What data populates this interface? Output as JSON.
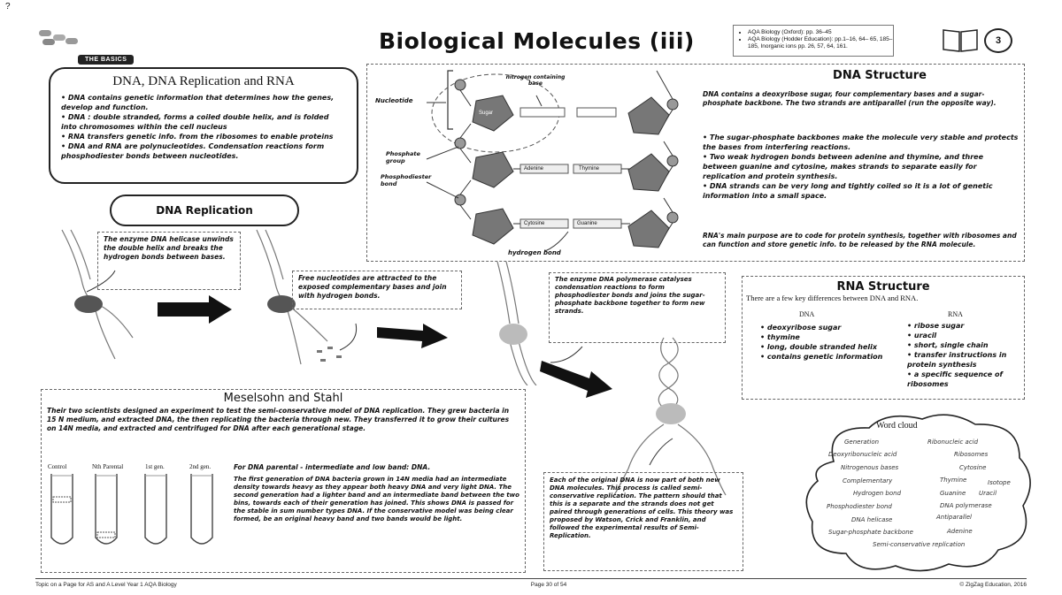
{
  "page": {
    "title": "Biological Molecules (iii)",
    "number": "3",
    "tag": "THE BASICS",
    "corner_mark": "?"
  },
  "references": [
    "AQA Biology (Oxford): pp. 36–45",
    "AQA Biology (Hodder Education): pp.1–16, 64– 65, 185–185, Inorganic ions pp. 26, 57, 64, 161."
  ],
  "intro": {
    "title": "DNA, DNA Replication and RNA",
    "items": [
      "DNA contains genetic information that determines how the genes, develop and function.",
      "DNA : double stranded, forms a coiled double helix, and is folded into chromosomes within the cell nucleus",
      "RNA transfers genetic info. from the ribosomes to enable proteins",
      "DNA and RNA are polynucleotides. Condensation reactions form phosphodiester bonds between nucleotides."
    ]
  },
  "replication": {
    "title": "DNA Replication",
    "note1": "The enzyme DNA helicase unwinds the double helix and breaks the hydrogen bonds between bases.",
    "note2": "Free nucleotides are attracted to the exposed complementary bases and join with hydrogen bonds.",
    "note3": "The enzyme DNA polymerase catalyses condensation reactions to form phosphodiester bonds and joins the sugar-phosphate backbone together to form new strands.",
    "note4": "Each of the original DNA is now part of both new DNA molecules. This process is called semi-conservative replication. The pattern should that this is a separate and the strands does not get paired through generations of cells. This theory was proposed by Watson, Crick and Franklin, and followed the experimental results of Semi-Replication."
  },
  "structure": {
    "title": "DNA Structure",
    "labels": {
      "nucleotide": "Nucleotide",
      "base": "nitrogen containing base",
      "sugar": "Sugar",
      "phosphate": "Phosphate group",
      "bond": "Phosphodiester bond",
      "hydrogen": "hydrogen bond",
      "adenine": "Adenine",
      "thymine": "Thymine",
      "cytosine": "Cytosine",
      "guanine": "Guanine"
    },
    "text1": "DNA contains a deoxyribose sugar, four complementary bases and a sugar-phosphate backbone. The two strands are antiparallel (run the opposite way).",
    "points": [
      "The sugar-phosphate backbones make the molecule very stable and protects the bases from interfering reactions.",
      "Two weak hydrogen bonds between adenine and thymine, and three between guanine and cytosine, makes strands to separate easily for replication and protein synthesis.",
      "DNA strands can be very long and tightly coiled so it is a lot of genetic information into a small space."
    ],
    "text2": "RNA's main purpose are to code for protein synthesis, together with ribosomes and can function and store genetic info. to be released by the RNA molecule."
  },
  "rna": {
    "title": "RNA Structure",
    "intro": "There are a few key differences between DNA and RNA.",
    "dna_head": "DNA",
    "rna_head": "RNA",
    "dna_items": [
      "deoxyribose sugar",
      "thymine",
      "long, double stranded helix",
      "contains genetic information"
    ],
    "rna_items": [
      "ribose sugar",
      "uracil",
      "short, single chain",
      "transfer instructions in protein synthesis",
      "a specific sequence of ribosomes"
    ]
  },
  "meselson": {
    "title": "Meselsohn and Stahl",
    "text": "Their two scientists designed an experiment to test the semi-conservative model of DNA replication. They grew bacteria in 15 N medium, and extracted DNA, the then replicating the bacteria through new. They transferred it to grow their cultures on 14N media, and extracted and centrifuged for DNA after each generational stage.",
    "tubes": [
      "Control",
      "Nth Parental",
      "1st gen.",
      "2nd gen."
    ],
    "results_title": "For DNA parental - intermediate and low band: DNA.",
    "results": "The first generation of DNA bacteria grown in 14N media had an intermediate density towards heavy as they appear both heavy DNA and very light DNA. The second generation had a lighter band and an intermediate band between the two bins, towards each of their generation has joined. This shows DNA is passed for the stable in sum number types DNA. If the conservative model was being clear formed, be an original heavy band and two bands would be light."
  },
  "wordcloud": {
    "title": "Word cloud",
    "words": [
      "Generation",
      "Ribonucleic acid",
      "Deoxyribonucleic acid",
      "Ribosomes",
      "Nitrogenous bases",
      "Cytosine",
      "Complementary",
      "Thymine",
      "Isotope",
      "Hydrogen bond",
      "Guanine",
      "Uracil",
      "Phosphodiester bond",
      "DNA polymerase",
      "DNA helicase",
      "Antiparallel",
      "Sugar-phosphate backbone",
      "Adenine",
      "Semi-conservative replication"
    ]
  },
  "footer": {
    "left": "Topic on a Page for AS and A Level Year 1 AQA Biology",
    "center": "Page 30 of 54",
    "right": "© ZigZag Education, 2016"
  }
}
